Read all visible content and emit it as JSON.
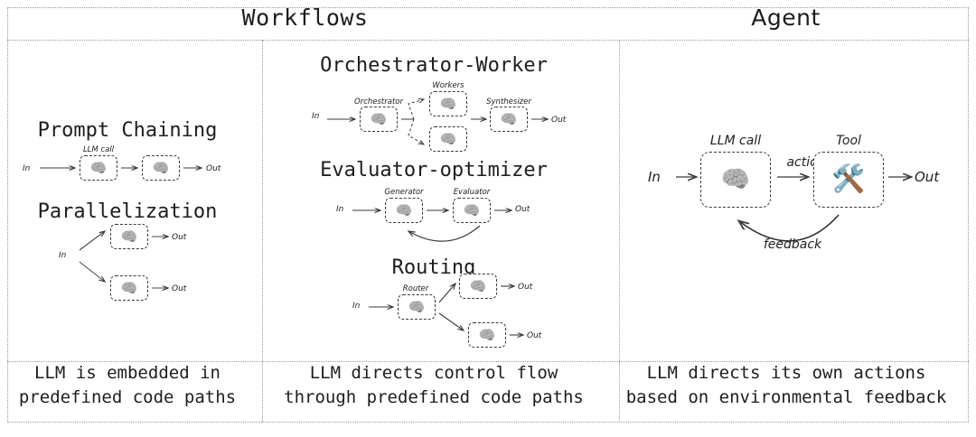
{
  "columns": {
    "workflows_header": "Workflows",
    "agent_header": "Agent"
  },
  "captions": {
    "workflows_left_line1": "LLM is embedded in",
    "workflows_left_line2": "predefined code paths",
    "workflows_mid_line1": "LLM directs control flow",
    "workflows_mid_line2": "through predefined code paths",
    "agent_line1": "LLM directs its own actions",
    "agent_line2": "based on environmental feedback"
  },
  "patterns": {
    "prompt_chaining": {
      "title": "Prompt Chaining",
      "in": "In",
      "out": "Out",
      "node1_label": "LLM call",
      "node_icon": "brain-icon"
    },
    "parallelization": {
      "title": "Parallelization",
      "in": "In",
      "out_top": "Out",
      "out_bottom": "Out",
      "node_icon": "brain-icon"
    },
    "orchestrator_worker": {
      "title": "Orchestrator-Worker",
      "in": "In",
      "out": "Out",
      "orchestrator_label": "Orchestrator",
      "workers_label": "Workers",
      "synthesizer_label": "Synthesizer",
      "node_icon": "brain-icon"
    },
    "evaluator_optimizer": {
      "title": "Evaluator-optimizer",
      "in": "In",
      "out": "Out",
      "generator_label": "Generator",
      "evaluator_label": "Evaluator",
      "node_icon": "brain-icon"
    },
    "routing": {
      "title": "Routing",
      "in": "In",
      "out_top": "Out",
      "out_bottom": "Out",
      "router_label": "Router",
      "node_icon": "brain-icon"
    },
    "agent": {
      "in": "In",
      "out": "Out",
      "llm_call_label": "LLM call",
      "tool_label": "Tool",
      "action_label": "action",
      "feedback_label": "feedback",
      "llm_icon": "brain-icon",
      "tool_icon": "hammer-and-wrench-icon"
    }
  },
  "icons": {
    "brain": "🧠",
    "tool": "🛠️"
  },
  "colors": {
    "text": "#1d1d1d",
    "border": "#9a9a9a",
    "node_border": "#3a3a3a",
    "background": "#ffffff"
  }
}
